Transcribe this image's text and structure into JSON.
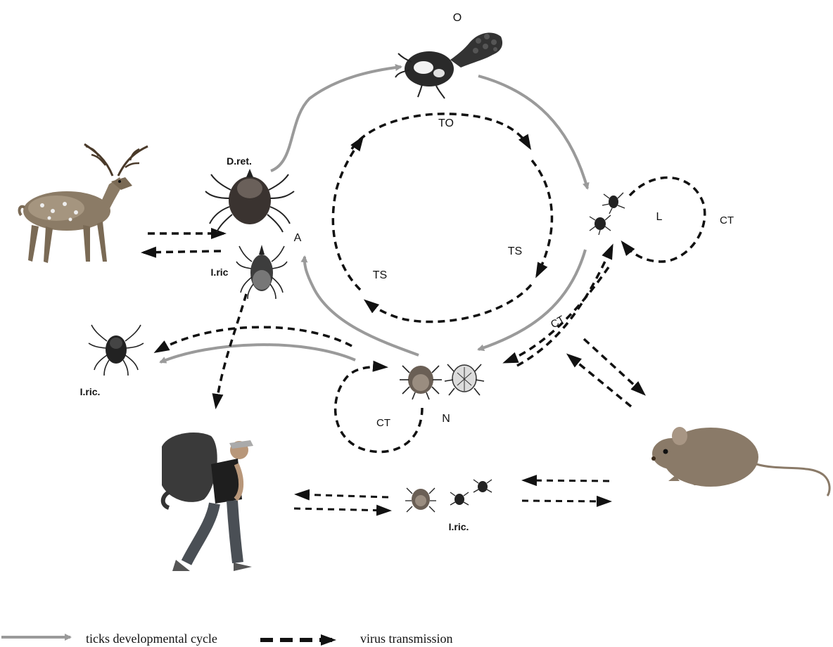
{
  "labels": {
    "O": "O",
    "TO": "TO",
    "TS_right": "TS",
    "TS_left": "TS",
    "L": "L",
    "CT_larva": "CT",
    "CT_nymph_arrow": "CT",
    "CT_nymph_loop": "CT",
    "N": "N",
    "A": "A",
    "D_ret": "D.ret.",
    "I_ric_adult": "I.ric",
    "I_ric_left": "I.ric.",
    "I_ric_bottom": "I.ric."
  },
  "legend": {
    "dev_cycle": "ticks developmental cycle",
    "virus": "virus transmission"
  },
  "colors": {
    "dev_arrow": "#9a9a9a",
    "virus_arrow": "#111111"
  }
}
